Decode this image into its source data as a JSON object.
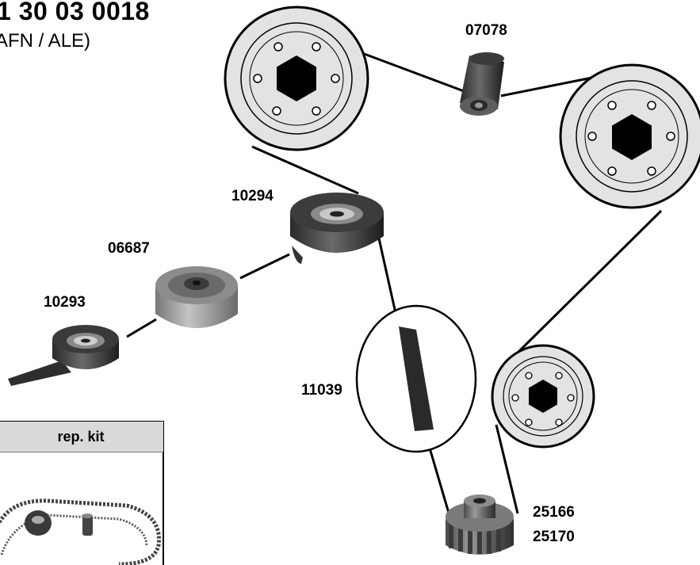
{
  "header": {
    "part_number": "1 30 03 0018",
    "engine_codes": "AFN / ALE)"
  },
  "parts": {
    "idler_07078": "07078",
    "tensioner_10294": "10294",
    "tensioner_06687": "06687",
    "tensioner_10293": "10293",
    "belt_11039": "11039",
    "gear_25166": "25166",
    "gear_25170": "25170"
  },
  "kit": {
    "label": "rep. kit"
  }
}
